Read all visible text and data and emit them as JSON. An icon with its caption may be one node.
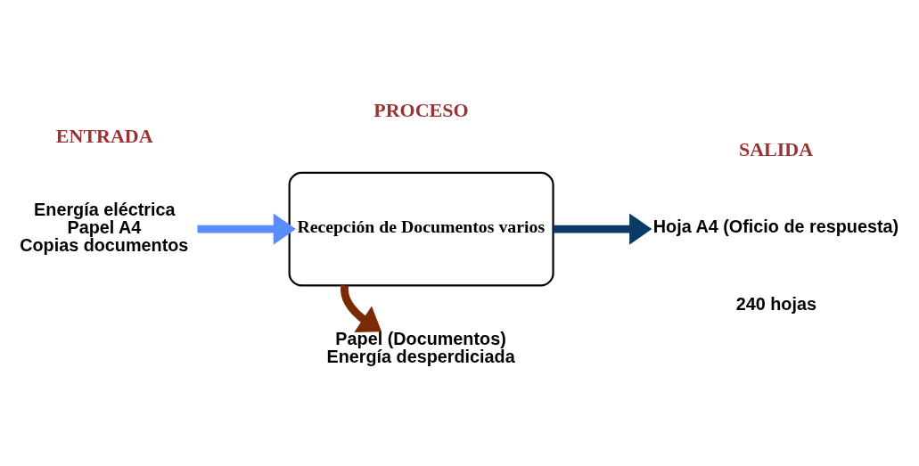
{
  "diagram": {
    "nodes": [
      {
        "text": [
          "Energía eléctrica",
          "Papel A4",
          "Copias documentos"
        ]
      },
      {
        "text": [
          "Recepción de Documentos varios"
        ]
      },
      {
        "text": [
          "Hoja A4 (Oficio de respuesta)"
        ]
      },
      {
        "text": [
          "Papel (Documentos)",
          "Energía desperdiciada"
        ]
      }
    ],
    "edges": [
      {
        "from": 0,
        "to": 1,
        "arrow": "to",
        "color": "#5b8cff"
      },
      {
        "from": 1,
        "to": 2,
        "arrow": "to",
        "color": "#0b3a66"
      },
      {
        "from": 1,
        "to": 3,
        "arrow": "to",
        "color": "#7a2a05"
      }
    ],
    "labels": [
      "ENTRADA",
      "PROCESO",
      "SALIDA",
      "240 hojas"
    ]
  }
}
